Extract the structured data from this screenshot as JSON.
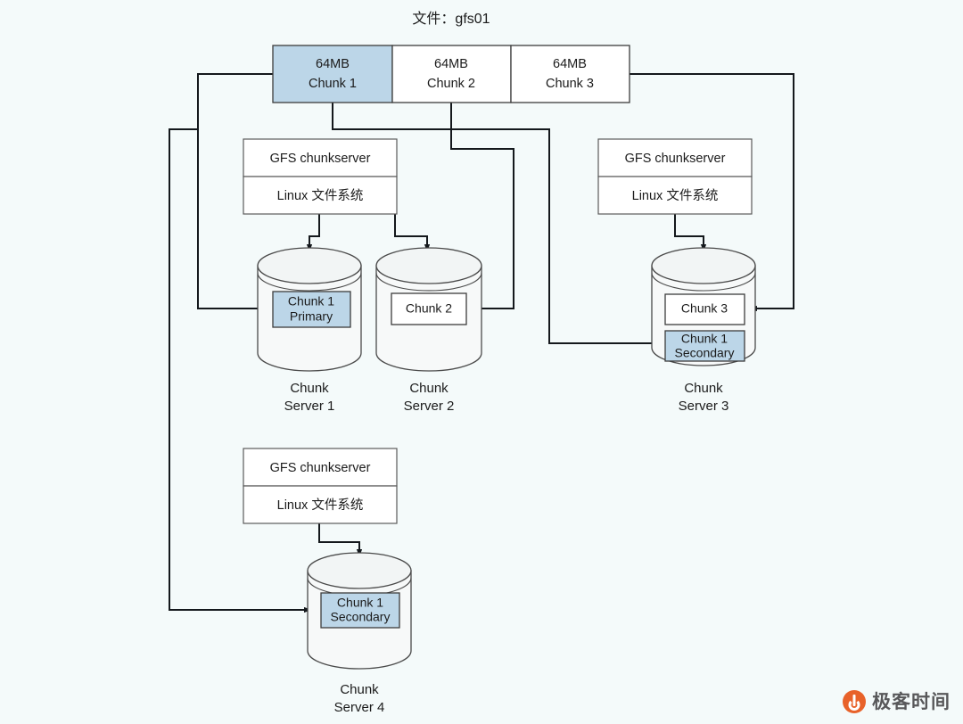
{
  "title": "文件：gfs01",
  "colors": {
    "background": "#f4fafa",
    "highlight_fill": "#bcd6e8",
    "plain_fill": "#ffffff",
    "cylinder_fill": "#f7f9f9",
    "stroke": "#4a4a4a",
    "connector": "#14181c",
    "watermark_accent": "#e8622a"
  },
  "file_chunks": [
    {
      "size": "64MB",
      "name": "Chunk 1",
      "highlighted": true
    },
    {
      "size": "64MB",
      "name": "Chunk 2",
      "highlighted": false
    },
    {
      "size": "64MB",
      "name": "Chunk 3",
      "highlighted": false
    }
  ],
  "software_stack": {
    "top_layer": "GFS chunkserver",
    "bottom_layer": "Linux 文件系统"
  },
  "servers": [
    {
      "id": "chunk-server-1",
      "label_line1": "Chunk",
      "label_line2": "Server 1",
      "has_stack": true,
      "replicas": [
        {
          "line1": "Chunk 1",
          "line2": "Primary",
          "highlighted": true
        }
      ]
    },
    {
      "id": "chunk-server-2",
      "label_line1": "Chunk",
      "label_line2": "Server 2",
      "has_stack": false,
      "replicas": [
        {
          "line1": "Chunk 2",
          "line2": "",
          "highlighted": false
        }
      ]
    },
    {
      "id": "chunk-server-3",
      "label_line1": "Chunk",
      "label_line2": "Server 3",
      "has_stack": true,
      "replicas": [
        {
          "line1": "Chunk 3",
          "line2": "",
          "highlighted": false
        },
        {
          "line1": "Chunk 1",
          "line2": "Secondary",
          "highlighted": true
        }
      ]
    },
    {
      "id": "chunk-server-4",
      "label_line1": "Chunk",
      "label_line2": "Server 4",
      "has_stack": true,
      "replicas": [
        {
          "line1": "Chunk 1",
          "line2": "Secondary",
          "highlighted": true
        }
      ]
    }
  ],
  "watermark": {
    "text": "极客时间"
  }
}
